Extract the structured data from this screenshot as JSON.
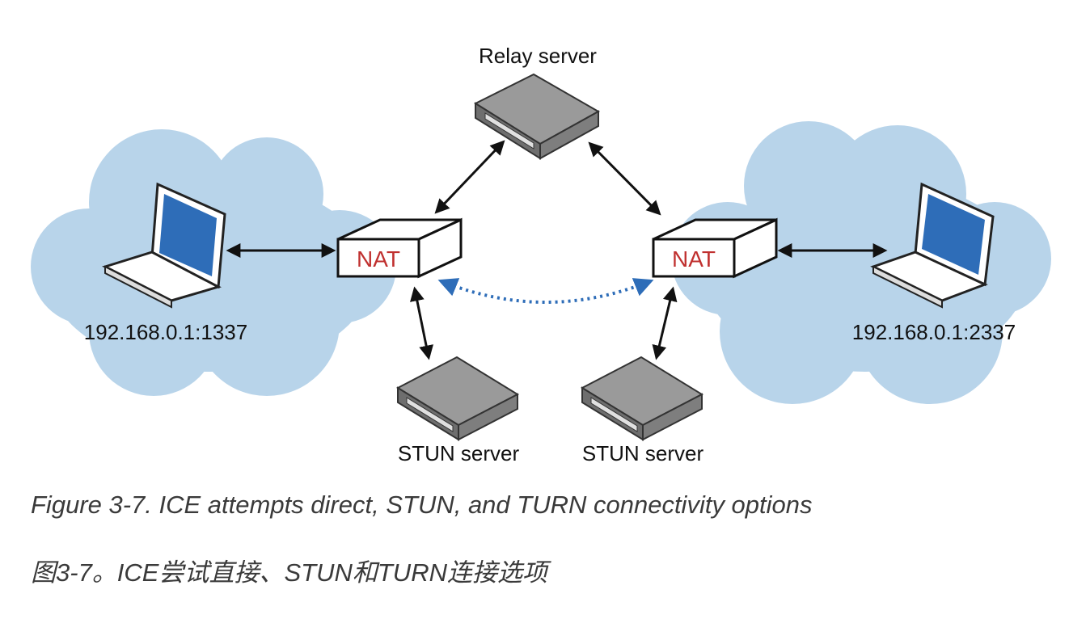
{
  "diagram": {
    "relay_label": "Relay server",
    "nat_left_label": "NAT",
    "nat_right_label": "NAT",
    "left_addr": "192.168.0.1:1337",
    "right_addr": "192.168.0.1:2337",
    "stun_left_label": "STUN server",
    "stun_right_label": "STUN server"
  },
  "colors": {
    "cloud": "#b8d4ea",
    "screen": "#2e6db8",
    "nat_text": "#c0302f",
    "direct_link": "#2e6db8",
    "server": "#8a8a8a"
  },
  "caption": {
    "en": "Figure 3-7. ICE attempts direct, STUN, and TURN connectivity options",
    "zh": "图3-7。ICE尝试直接、STUN和TURN连接选项"
  }
}
